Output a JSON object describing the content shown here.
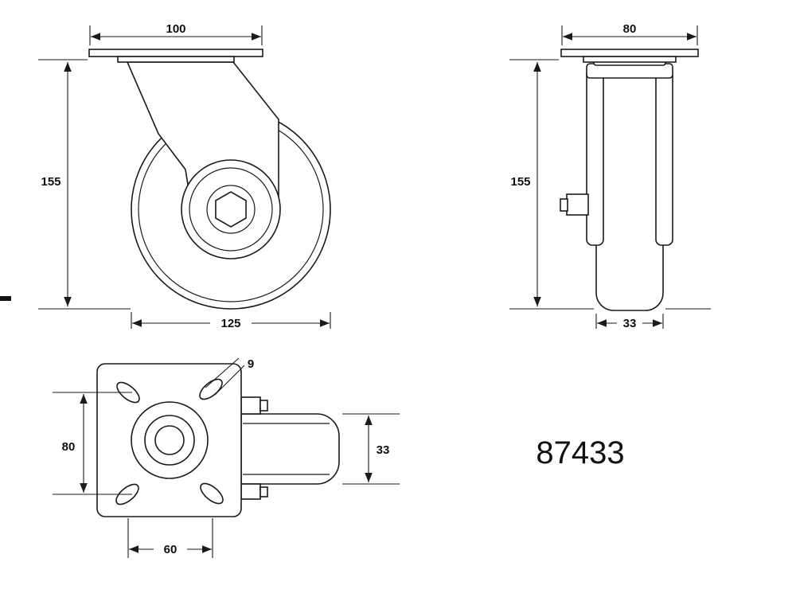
{
  "part_number": "87433",
  "views": {
    "front": {
      "dims": {
        "plate_width": "100",
        "overall_height": "155",
        "wheel_diameter": "125"
      }
    },
    "side": {
      "dims": {
        "plate_width": "80",
        "overall_height": "155",
        "wheel_width": "33"
      }
    },
    "top": {
      "dims": {
        "bolt_hole_diameter": "9",
        "hole_spacing_vertical": "80",
        "wheel_width": "33",
        "hole_spacing_horizontal": "60"
      }
    }
  },
  "colors": {
    "line": "#1a1a1a",
    "background": "#ffffff"
  }
}
